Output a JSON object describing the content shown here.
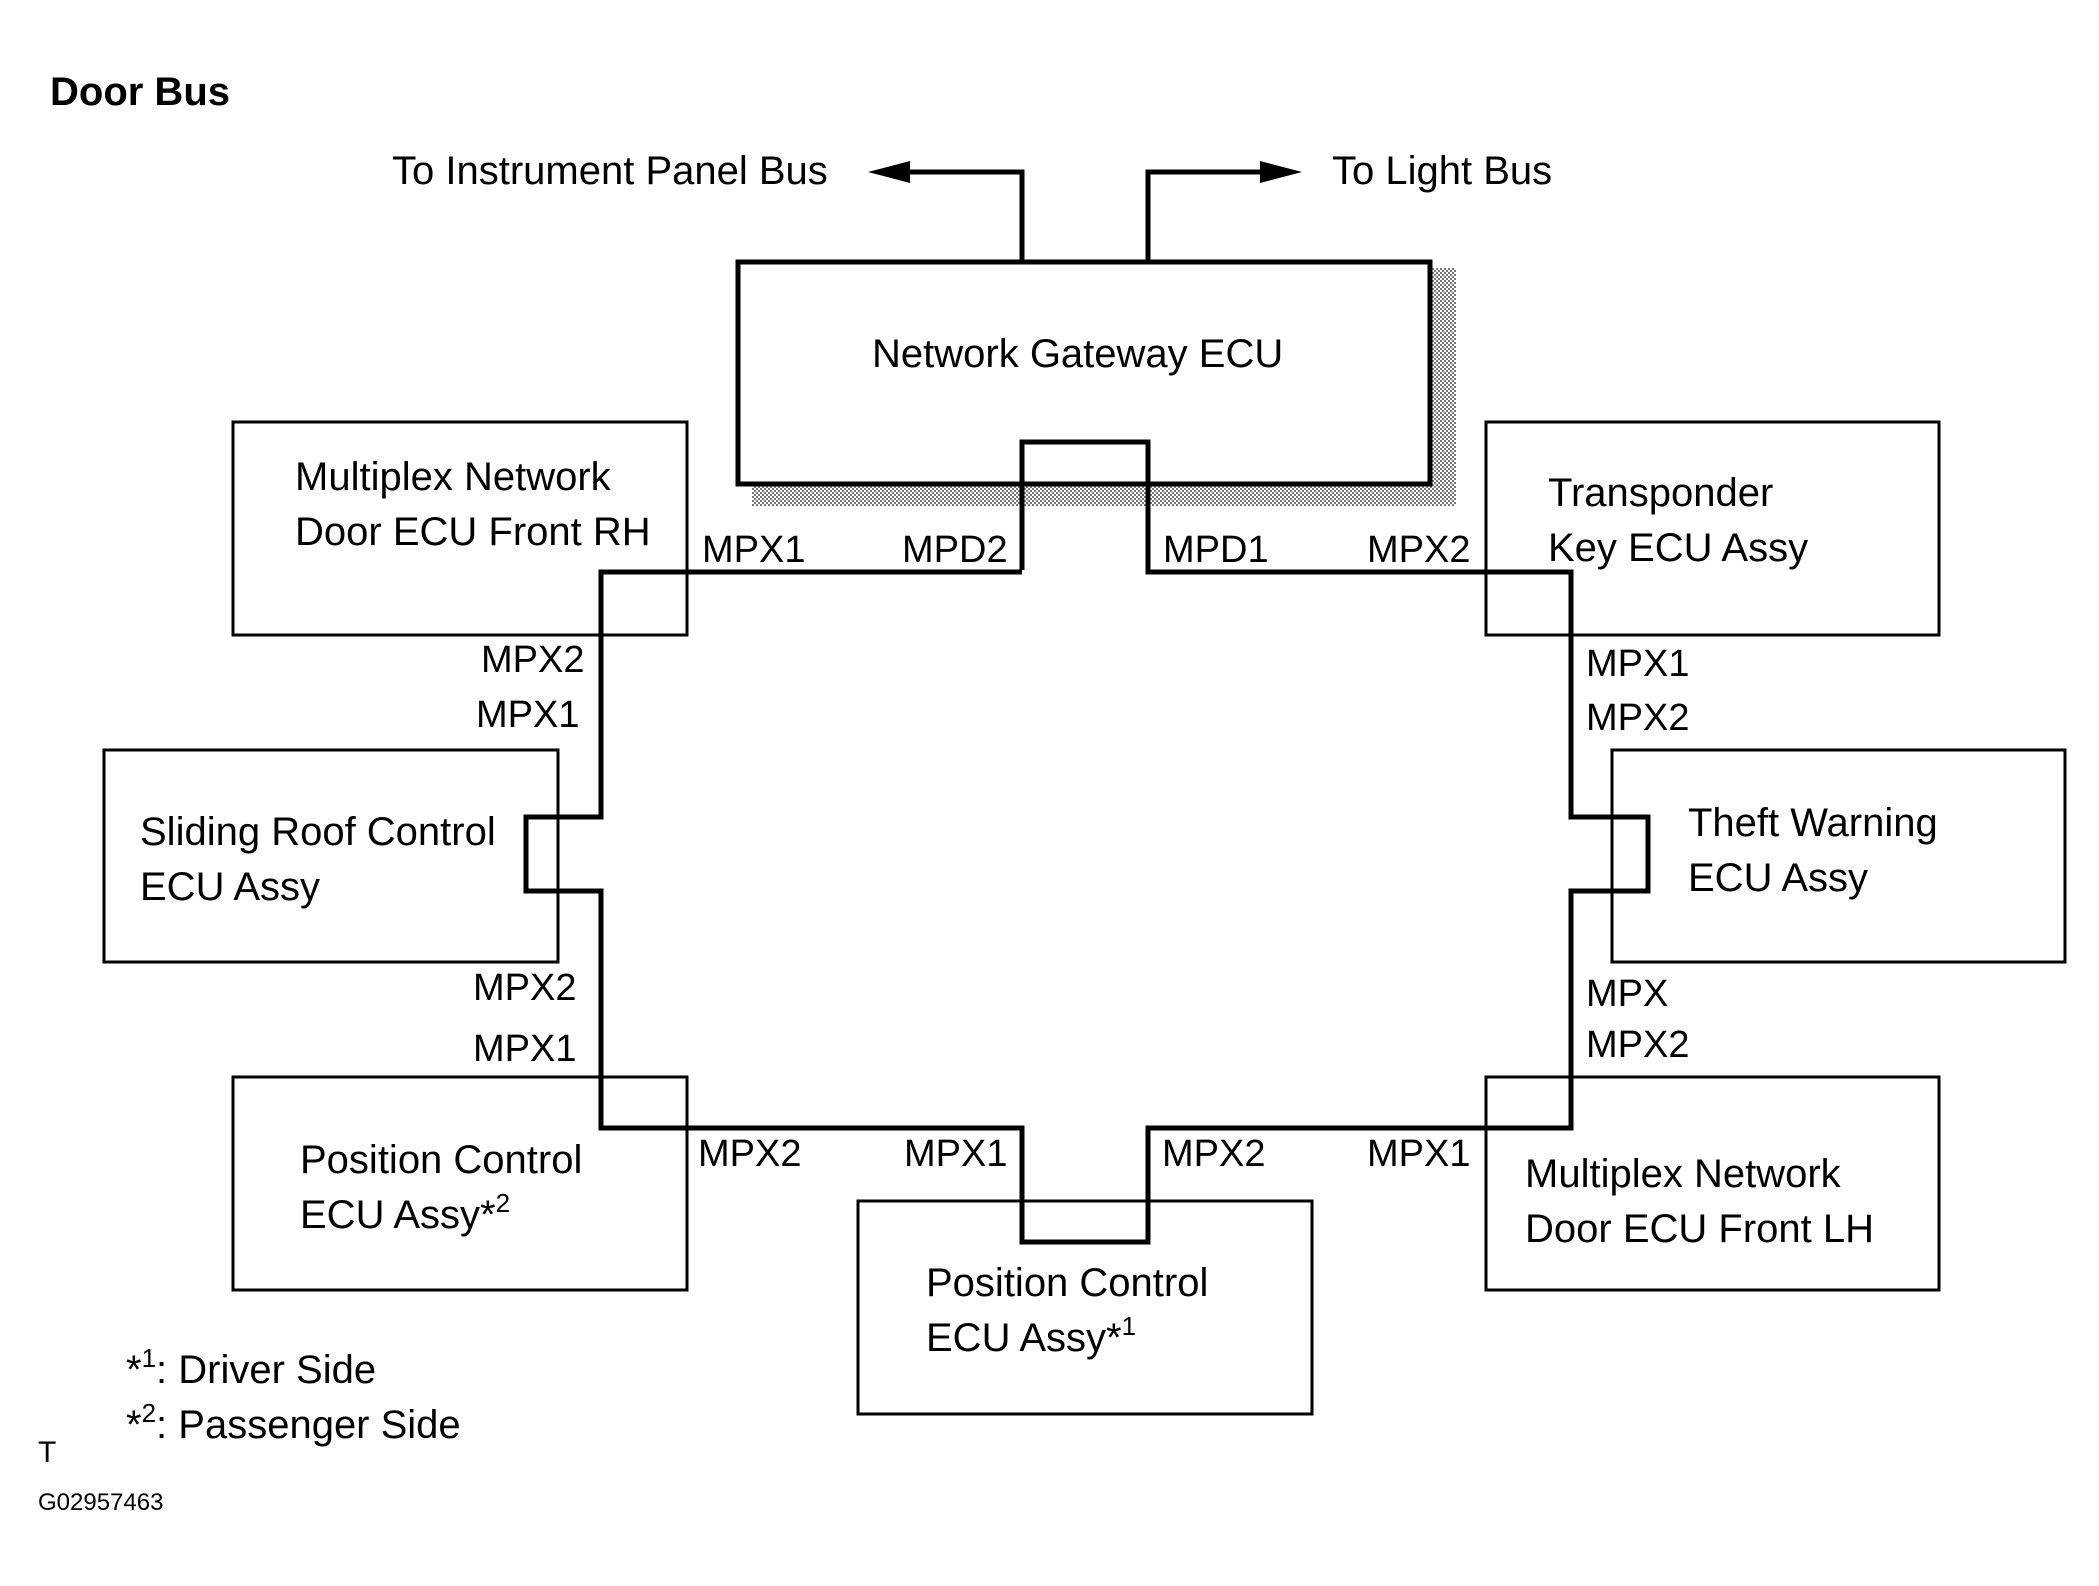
{
  "title": "Door Bus",
  "arrows": {
    "left": "To Instrument Panel Bus",
    "right": "To Light Bus"
  },
  "ecus": {
    "gateway": {
      "line1": "Network Gateway ECU"
    },
    "door_rh": {
      "line1": "Multiplex Network",
      "line2": "Door ECU Front RH"
    },
    "transponder": {
      "line1": "Transponder",
      "line2": "Key ECU Assy"
    },
    "sliding_roof": {
      "line1": "Sliding Roof Control",
      "line2": "ECU Assy"
    },
    "theft": {
      "line1": "Theft Warning",
      "line2": "ECU Assy"
    },
    "pos_passenger": {
      "line1": "Position Control",
      "line2": "ECU Assy",
      "mark": "*",
      "sup": "2"
    },
    "pos_driver": {
      "line1": "Position Control",
      "line2": "ECU Assy",
      "mark": "*",
      "sup": "1"
    },
    "door_lh": {
      "line1": "Multiplex Network",
      "line2": "Door ECU Front LH"
    }
  },
  "pins": {
    "gw_left": "MPD2",
    "gw_right": "MPD1",
    "rh_right": "MPX1",
    "rh_bottom": "MPX2",
    "roof_top": "MPX1",
    "roof_bottom": "MPX2",
    "pp_top": "MPX1",
    "pp_right": "MPX2",
    "pd_left": "MPX1",
    "pd_right": "MPX2",
    "lh_left": "MPX1",
    "lh_top": "MPX2",
    "tw_bottom": "MPX",
    "tw_top": "MPX2",
    "tr_bottom": "MPX1",
    "tr_left": "MPX2"
  },
  "notes": [
    {
      "mark": "*",
      "sup": "1",
      "text": ": Driver Side"
    },
    {
      "mark": "*",
      "sup": "2",
      "text": ": Passenger Side"
    }
  ],
  "footer": {
    "letter": "T",
    "code": "G02957463"
  }
}
